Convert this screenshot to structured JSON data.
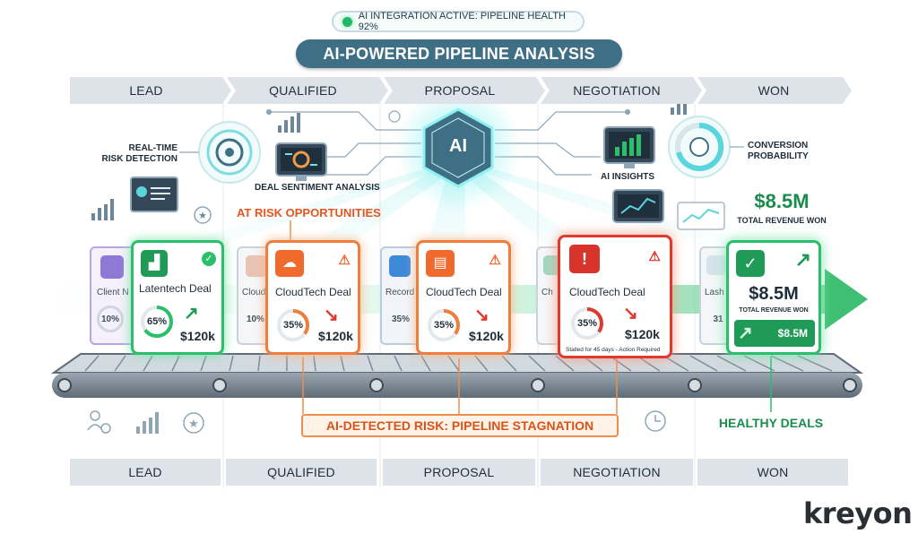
{
  "status": {
    "text": "AI INTEGRATION ACTIVE: PIPELINE HEALTH 92%"
  },
  "title": "AI-POWERED PIPELINE ANALYSIS",
  "stages_top": [
    "LEAD",
    "QUALIFIED",
    "PROPOSAL",
    "NEGOTIATION",
    "WON"
  ],
  "stages_bottom": [
    "LEAD",
    "QUALIFIED",
    "PROPOSAL",
    "NEGOTIATION",
    "WON"
  ],
  "ai_hub": {
    "label": "AI"
  },
  "labels": {
    "risk_detection": [
      "REAL-TIME",
      "RISK DETECTION"
    ],
    "sentiment": "DEAL SENTIMENT ANALYSIS",
    "at_risk": "AT RISK OPPORTUNITIES",
    "ai_insights": "AI INSIGHTS",
    "conversion": [
      "CONVERSION",
      "PROBABILITY"
    ],
    "revenue_top_value": "$8.5M",
    "revenue_top_caption": "TOTAL REVENUE WON"
  },
  "ghost_cards": [
    {
      "title": "Client N",
      "pct": "10%"
    },
    {
      "title": "Cloud",
      "pct": "10%"
    },
    {
      "title": "Record",
      "pct": "35%"
    },
    {
      "title": "Ch",
      "pct": ""
    },
    {
      "title": "Lash",
      "pct": "31"
    }
  ],
  "cards": [
    {
      "title": "Latentech Deal",
      "pct": "65%",
      "value": "$120k",
      "status": "healthy",
      "progress": 0.65
    },
    {
      "title": "CloudTech Deal",
      "pct": "35%",
      "value": "$120k",
      "status": "at-risk",
      "progress": 0.35
    },
    {
      "title": "CloudTech Deal",
      "pct": "35%",
      "value": "$120k",
      "status": "at-risk",
      "progress": 0.35
    },
    {
      "title": "CloudTech Deal",
      "pct": "35%",
      "value": "$120k",
      "status": "stalled",
      "progress": 0.35,
      "note": "Stalled for 45 days - Action Required"
    }
  ],
  "won_card": {
    "value": "$8.5M",
    "caption": "TOTAL REVENUE WON",
    "badge": "$8.5M"
  },
  "risk_banner": "AI-DETECTED RISK: PIPELINE STAGNATION",
  "healthy_label": "HEALTHY DEALS",
  "brand": "kreyon",
  "colors": {
    "green": "#2cbf6a",
    "orange": "#ef7d3c",
    "red": "#e0392f",
    "teal": "#3f6f84",
    "cyan": "#59d6dc"
  },
  "icons": [
    "ai-brain-icon",
    "target-radar-icon",
    "monitor-gauge-icon",
    "bar-chart-icon",
    "star-icon",
    "clock-icon",
    "users-icon",
    "checkmark-icon",
    "warning-icon",
    "trend-up-icon",
    "trend-down-icon"
  ]
}
